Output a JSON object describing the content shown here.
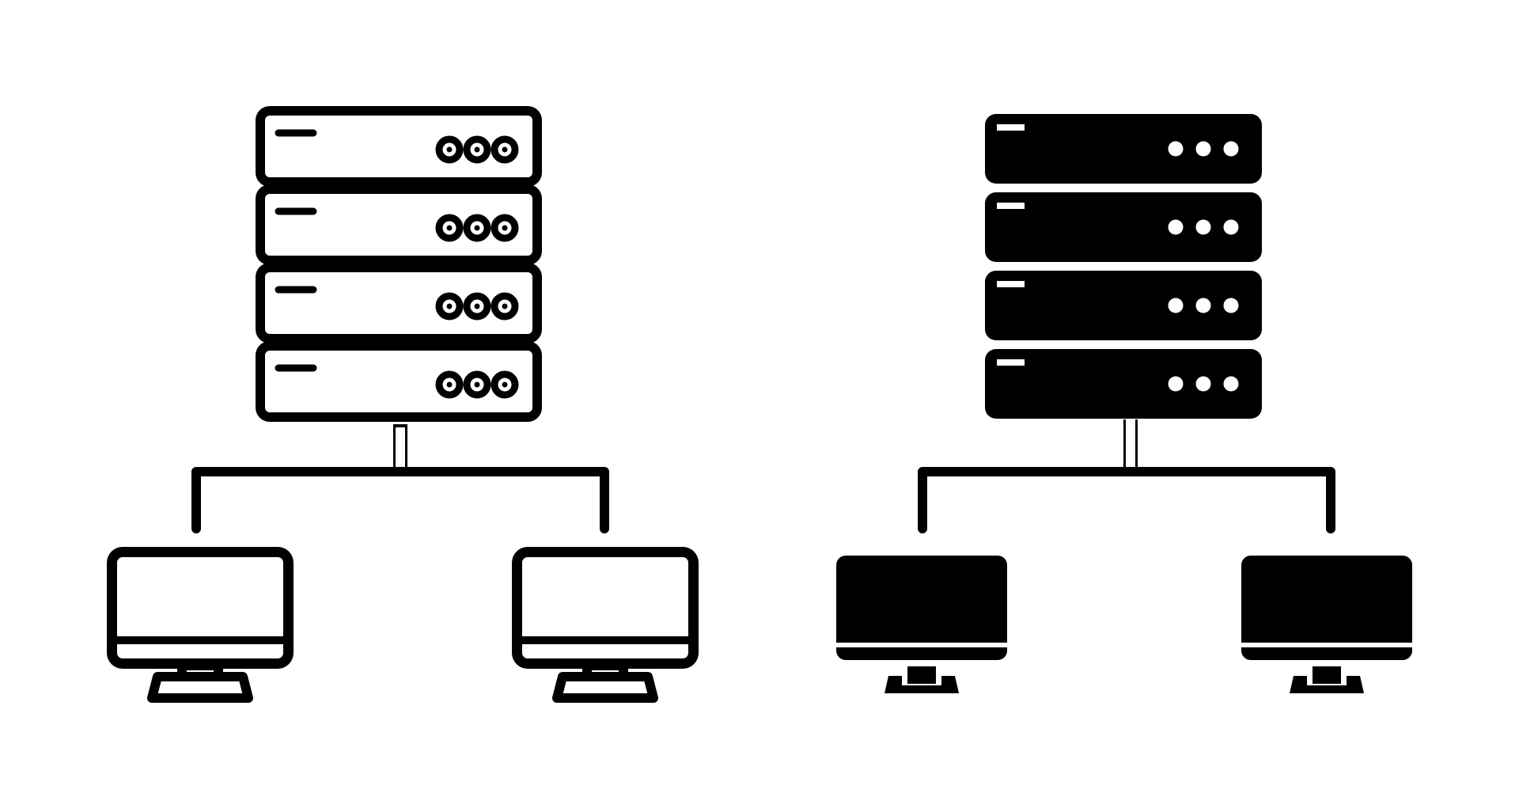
{
  "colors": {
    "background": "#ffffff",
    "ink": "#000000"
  },
  "illustrations": [
    {
      "style": "outline",
      "server_icon": "server-rack-outline-icon",
      "server_units": 4,
      "leds_per_unit": 3,
      "client_icon": "desktop-monitor-outline-icon",
      "clients": 2
    },
    {
      "style": "solid",
      "server_icon": "server-rack-solid-icon",
      "server_units": 4,
      "leds_per_unit": 3,
      "client_icon": "desktop-monitor-solid-icon",
      "clients": 2
    }
  ]
}
